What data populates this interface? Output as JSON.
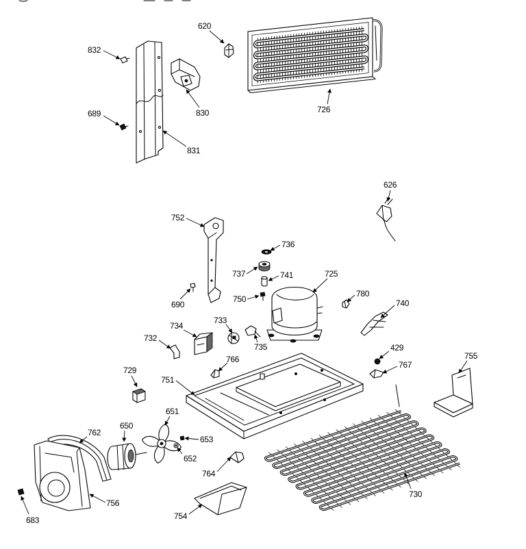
{
  "colors": {
    "ink": "#000000",
    "paper": "#ffffff"
  },
  "diagram": {
    "callouts": {
      "c832": "832",
      "c620": "620",
      "c726": "726",
      "c830": "830",
      "c689": "689",
      "c831": "831",
      "c626": "626",
      "c752": "752",
      "c736": "736",
      "c737": "737",
      "c741": "741",
      "c725": "725",
      "c690": "690",
      "c750": "750",
      "c780": "780",
      "c740": "740",
      "c733": "733",
      "c734": "734",
      "c735": "735",
      "c732": "732",
      "c766": "766",
      "c429": "429",
      "c767": "767",
      "c755": "755",
      "c729": "729",
      "c751": "751",
      "c651": "651",
      "c762": "762",
      "c650": "650",
      "c653": "653",
      "c652": "652",
      "c764": "764",
      "c730": "730",
      "c756": "756",
      "c683": "683",
      "c754": "754"
    }
  }
}
